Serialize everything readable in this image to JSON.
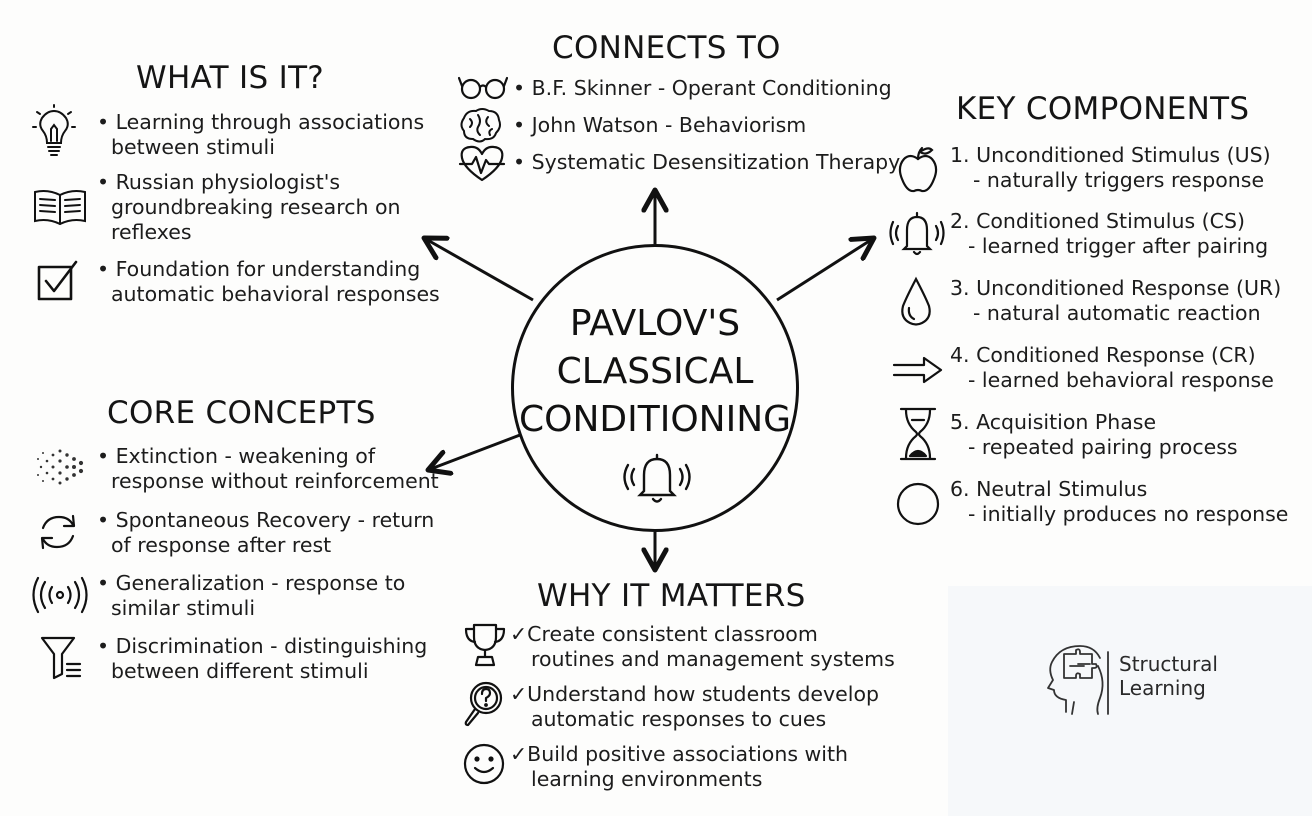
{
  "center": {
    "title_lines": [
      "PAVLOV'S",
      "CLASSICAL",
      "CONDITIONING"
    ],
    "icon": "bell-icon"
  },
  "what_is_it": {
    "heading": "WHAT IS IT?",
    "items": [
      {
        "icon": "lightbulb-icon",
        "lines": [
          "• Learning through associations",
          "between stimuli"
        ]
      },
      {
        "icon": "book-icon",
        "lines": [
          "• Russian physiologist's",
          "groundbreaking research on",
          "reflexes"
        ]
      },
      {
        "icon": "checkbox-icon",
        "lines": [
          "• Foundation for understanding",
          "automatic behavioral responses"
        ]
      }
    ]
  },
  "connects_to": {
    "heading": "CONNECTS TO",
    "items": [
      {
        "icon": "glasses-icon",
        "lines": [
          "• B.F. Skinner - Operant Conditioning"
        ]
      },
      {
        "icon": "brain-icon",
        "lines": [
          "• John Watson - Behaviorism"
        ]
      },
      {
        "icon": "heartbeat-icon",
        "lines": [
          "• Systematic Desensitization Therapy"
        ]
      }
    ]
  },
  "key_components": {
    "heading": "KEY COMPONENTS",
    "items": [
      {
        "icon": "apple-icon",
        "lines": [
          "1. Unconditioned Stimulus (US)",
          "- naturally triggers response"
        ]
      },
      {
        "icon": "bell-ringing-icon",
        "lines": [
          "2. Conditioned Stimulus (CS)",
          "- learned trigger after pairing"
        ]
      },
      {
        "icon": "droplet-icon",
        "lines": [
          "3. Unconditioned Response (UR)",
          "- natural automatic reaction"
        ]
      },
      {
        "icon": "arrow-right-icon",
        "lines": [
          "4. Conditioned Response (CR)",
          "- learned behavioral response"
        ]
      },
      {
        "icon": "hourglass-icon",
        "lines": [
          "5. Acquisition Phase",
          "- repeated pairing process"
        ]
      },
      {
        "icon": "circle-icon",
        "lines": [
          "6. Neutral Stimulus",
          "- initially produces no response"
        ]
      }
    ]
  },
  "core_concepts": {
    "heading": "CORE CONCEPTS",
    "items": [
      {
        "icon": "fading-dots-icon",
        "lines": [
          "• Extinction - weakening of",
          "response without reinforcement"
        ]
      },
      {
        "icon": "refresh-icon",
        "lines": [
          "• Spontaneous Recovery - return",
          "of response after rest"
        ]
      },
      {
        "icon": "signal-waves-icon",
        "lines": [
          "• Generalization - response to",
          "similar stimuli"
        ]
      },
      {
        "icon": "filter-icon",
        "lines": [
          "• Discrimination - distinguishing",
          "between different stimuli"
        ]
      }
    ]
  },
  "why_it_matters": {
    "heading": "WHY IT MATTERS",
    "items": [
      {
        "icon": "trophy-icon",
        "lines": [
          "✓Create consistent classroom",
          "routines and management systems"
        ]
      },
      {
        "icon": "magnifier-question-icon",
        "lines": [
          "✓Understand how students develop",
          "automatic responses to cues"
        ]
      },
      {
        "icon": "smiley-icon",
        "lines": [
          "✓Build positive associations with",
          "learning environments"
        ]
      }
    ]
  },
  "brand": {
    "lines": [
      "Structural",
      "Learning"
    ],
    "icon": "head-puzzle-logo"
  }
}
